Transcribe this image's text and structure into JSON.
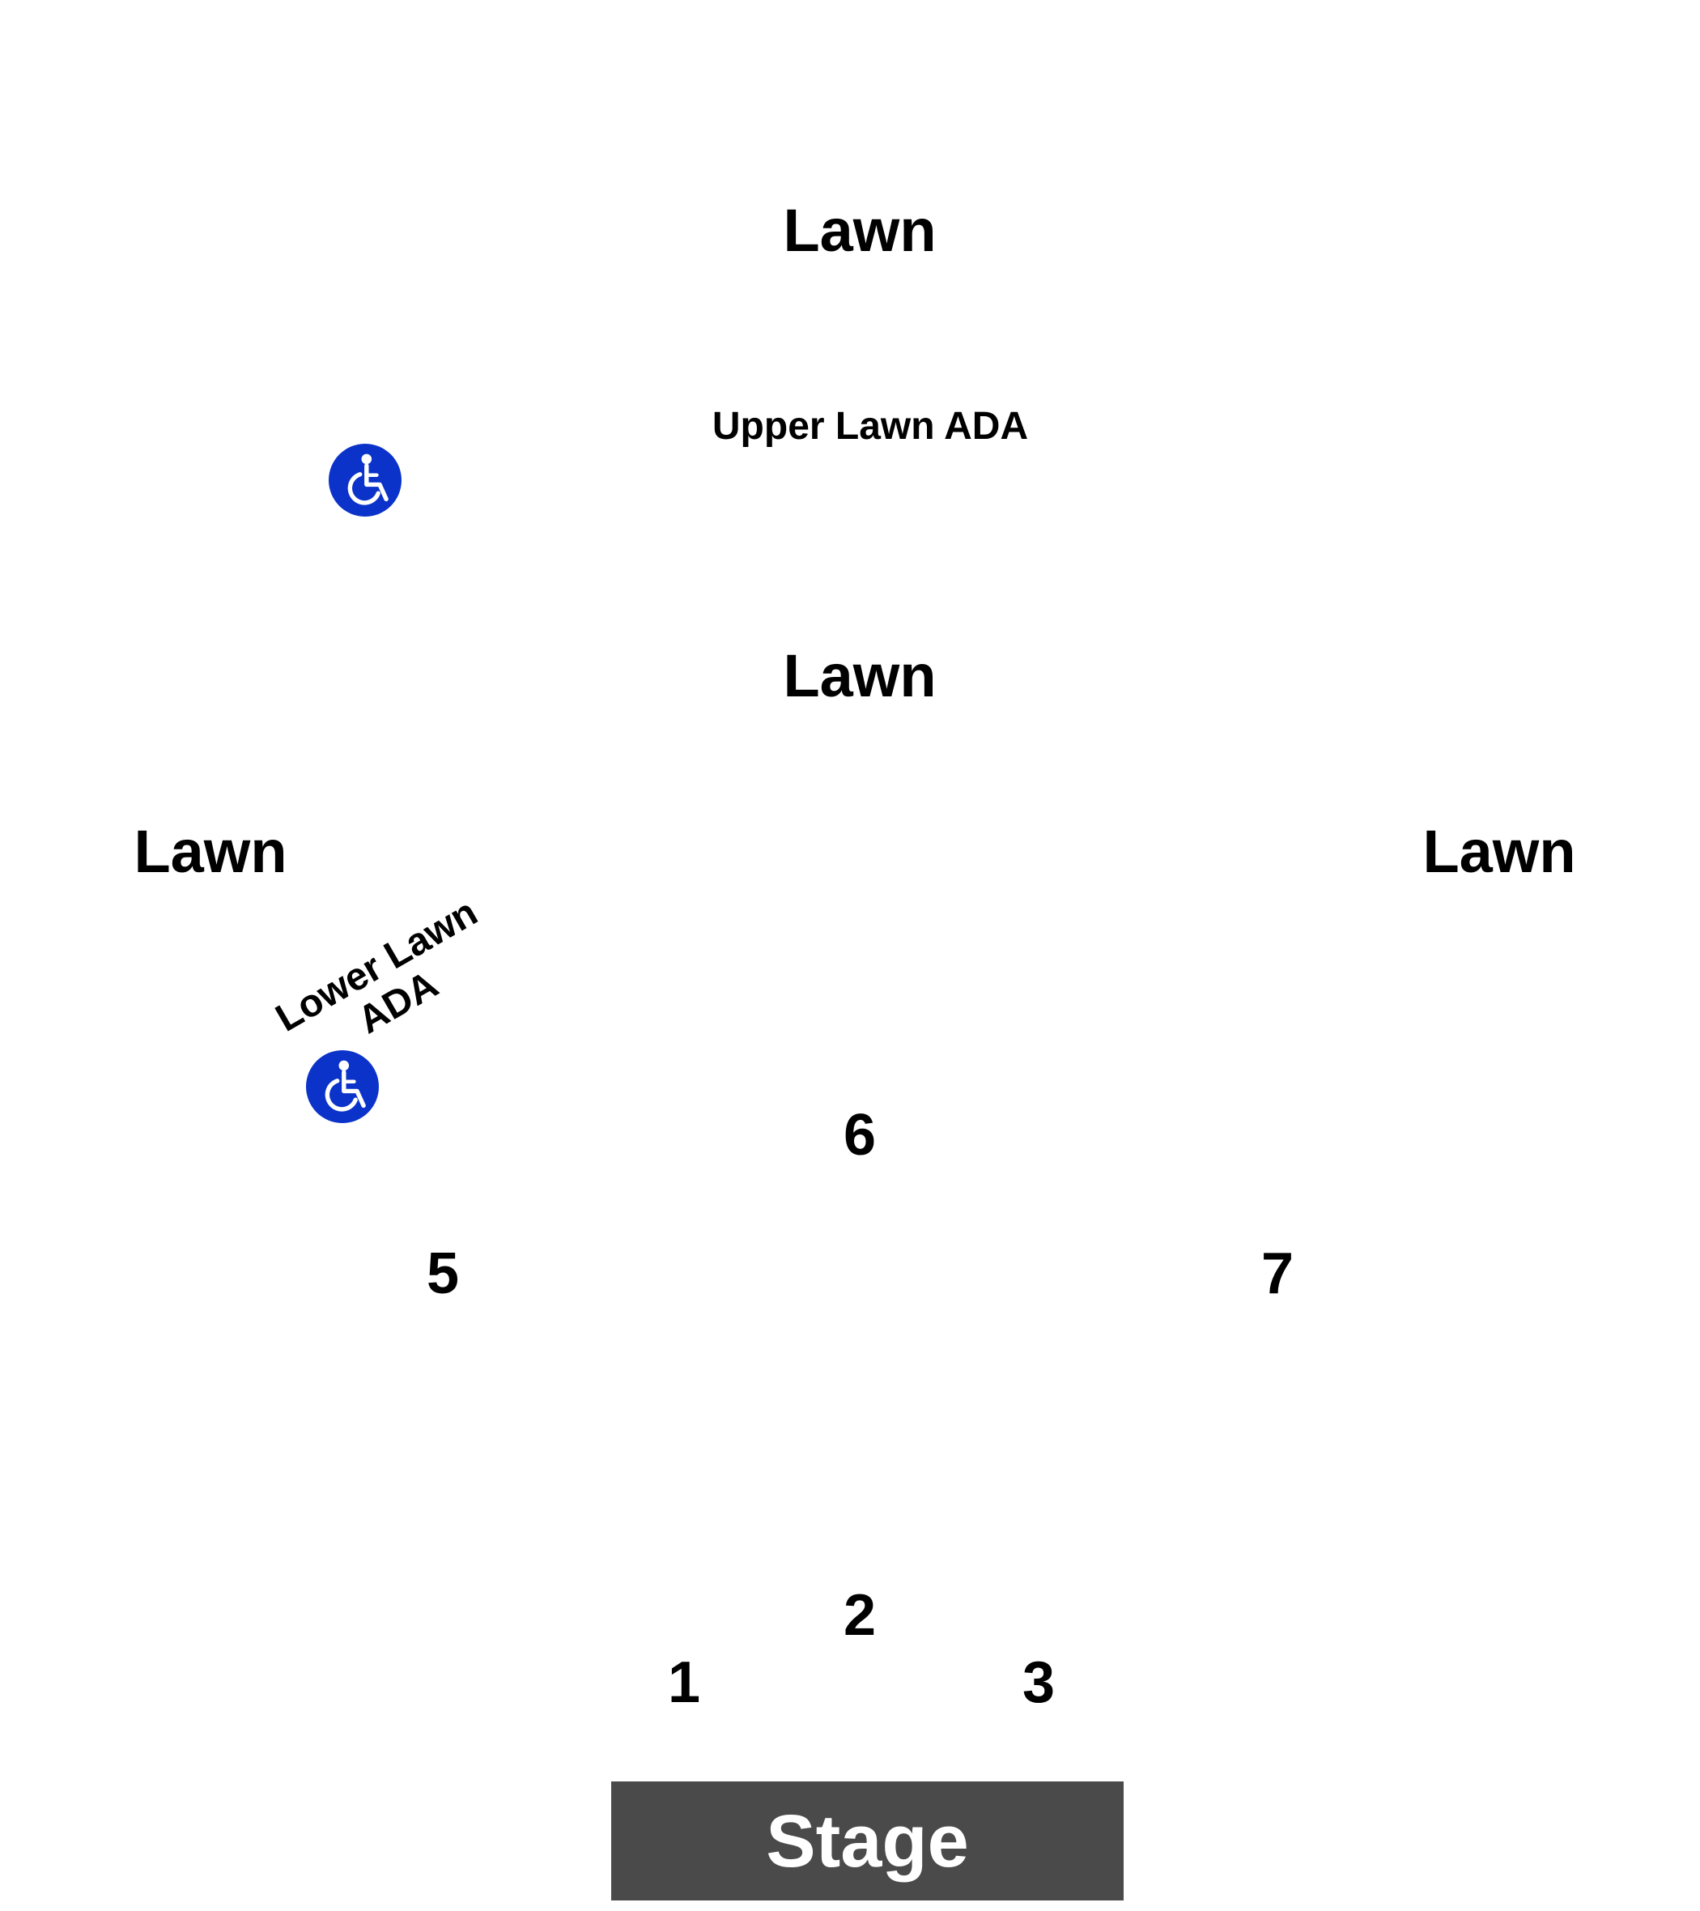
{
  "labels": {
    "lawn_top": "Lawn",
    "upper_lawn_ada": "Upper Lawn ADA",
    "lawn_middle": "Lawn",
    "lawn_left": "Lawn",
    "lawn_right": "Lawn",
    "lower_lawn_ada_line1": "Lower Lawn",
    "lower_lawn_ada_line2": "ADA"
  },
  "sections": {
    "s1": "1",
    "s2": "2",
    "s3": "3",
    "s5": "5",
    "s6": "6",
    "s7": "7"
  },
  "stage": {
    "label": "Stage"
  },
  "icons": {
    "accessible": "wheelchair-icon"
  },
  "colors": {
    "background": "#ffffff",
    "text": "#000000",
    "stage_fill": "#4a4a4a",
    "stage_text": "#ffffff",
    "accessible_icon": "#0b33c9"
  }
}
